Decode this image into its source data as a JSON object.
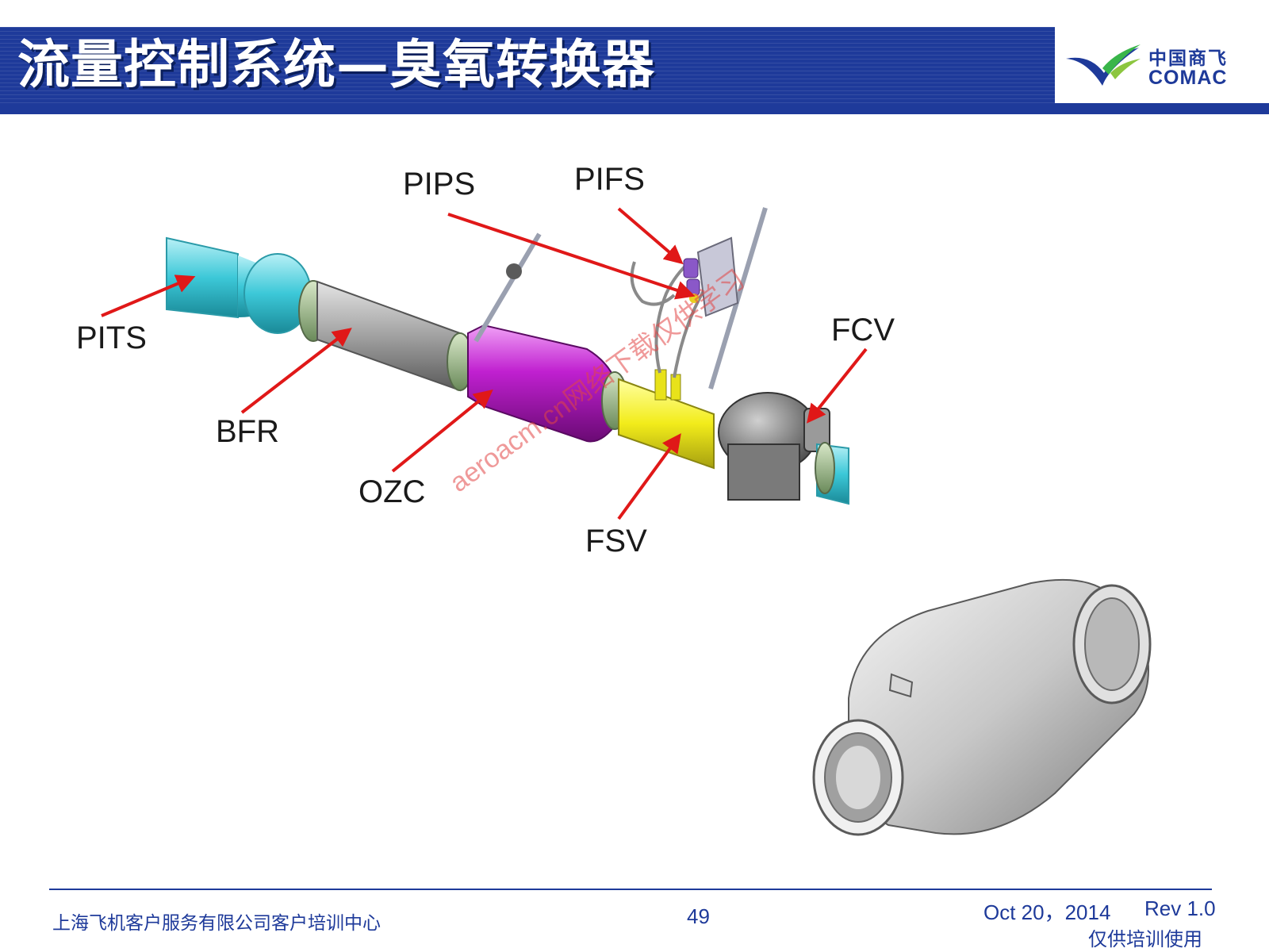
{
  "header": {
    "title": "流量控制系统—臭氧转换器",
    "logo_cn": "中国商飞",
    "logo_en": "COMAC"
  },
  "diagram": {
    "callouts": {
      "pips": "PIPS",
      "pifs": "PIFS",
      "pits": "PITS",
      "fcv": "FCV",
      "bfr": "BFR",
      "ozc": "OZC",
      "fsv": "FSV"
    },
    "watermark": "aeroacm.cn网络下载仅供学习"
  },
  "footer": {
    "organization": "上海飞机客户服务有限公司客户培训中心",
    "page_number": "49",
    "date": "Oct 20，2014",
    "revision": "Rev 1.0",
    "note": "仅供培训使用"
  },
  "colors": {
    "brand_blue": "#1e3a9a",
    "callout_arrow": "#e01818",
    "ozone_converter": "#b418c8",
    "duct_cyan": "#3cc8d8",
    "fsv_yellow": "#f2ec1a"
  }
}
